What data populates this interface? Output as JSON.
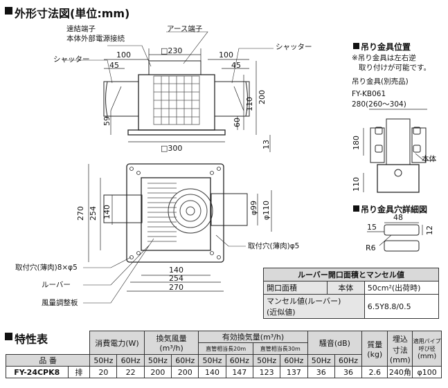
{
  "sections": {
    "outline_title": "外形寸法図(単位:mm)",
    "hanger_position_title": "吊り金具位置",
    "hanger_detail_title": "吊り金具穴詳細図",
    "spec_title": "特性表"
  },
  "top_view": {
    "quick_connect_label": "速結端子",
    "power_label": "本体外部電源接続",
    "earth_label": "アース端子",
    "shutter_left": "シャッター",
    "shutter_right": "シャッター",
    "dim_100a": "100",
    "dim_sq230": "□230",
    "dim_45a": "45",
    "dim_100b": "100",
    "dim_45b": "45",
    "dim_200": "200",
    "dim_110": "110",
    "dim_60": "60",
    "dim_59": "59",
    "dim_13": "13",
    "dim_sq300": "□300"
  },
  "plan_view": {
    "dim_270": "270",
    "dim_254": "254",
    "dim_140": "140",
    "dim_phi99": "φ99",
    "dim_phi110": "φ110",
    "dim_h140": "140",
    "dim_h254": "254",
    "dim_h270": "270",
    "mount_hole_right": "取付穴(薄肉)φ5",
    "mount_hole_left": "取付穴(薄肉)8×φ5",
    "louver_label": "ルーバー",
    "damper_label": "風量調整板"
  },
  "hanger": {
    "note1": "※吊り金具は左右逆",
    "note2": "取り付けが可能です。",
    "part_label": "吊り金具(別売品)",
    "part_no": "FY-KB061",
    "dim_280": "280(260〜304)",
    "dim_180": "180",
    "dim_110": "110",
    "body_label": "本体"
  },
  "hanger_detail": {
    "dim_48": "48",
    "dim_15": "15",
    "dim_12": "12",
    "dim_r6": "R6"
  },
  "louver_table": {
    "title": "ルーバー開口面積とマンセル値",
    "row1_label": "開口面積",
    "row1_part": "本体",
    "row1_value": "50cm²(出荷時)",
    "row2_label_a": "マンセル値(ルーバー)",
    "row2_label_b": "(近似値)",
    "row2_value": "6.5Y8.8/0.5"
  },
  "spec_table": {
    "h_power": "消費電力(W)",
    "h_vent": "換気風量",
    "h_vent_unit": "(m³/h)",
    "h_eff": "有効換気量(m³/h)",
    "h_eff20": "直管相当長20m",
    "h_eff30": "直管相当長30m",
    "h_noise": "騒音(dB)",
    "h_mass": "質量",
    "h_mass_unit": "(kg)",
    "h_embed": "埋込",
    "h_embed2": "寸法",
    "h_embed3": "(mm)",
    "h_pipe": "適用パイプ",
    "h_pipe2": "呼び径",
    "h_pipe3": "(mm)",
    "h_model": "品 番",
    "f50": "50Hz",
    "f60": "60Hz",
    "row": {
      "model": "FY-24CPK8",
      "type": "排",
      "p50": "20",
      "p60": "22",
      "v50": "200",
      "v60": "200",
      "e20_50": "140",
      "e20_60": "147",
      "e30_50": "123",
      "e30_60": "137",
      "n50": "36",
      "n60": "36",
      "mass": "2.6",
      "embed": "240角",
      "pipe": "φ100"
    }
  }
}
